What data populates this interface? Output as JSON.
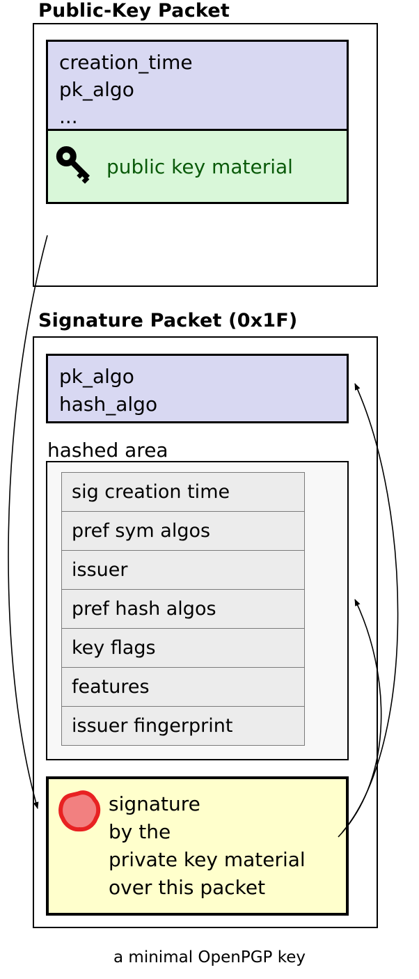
{
  "public_key_packet": {
    "title": "Public-Key Packet",
    "header_fields": [
      "creation_time",
      "pk_algo",
      "..."
    ],
    "key_material_label": "public key material"
  },
  "signature_packet": {
    "title": "Signature Packet (0x1F)",
    "header_fields": [
      "pk_algo",
      "hash_algo"
    ],
    "hashed_area": {
      "label": "hashed area",
      "rows": [
        "sig creation time",
        "pref sym algos",
        "issuer",
        "pref hash algos",
        "key flags",
        "features",
        "issuer fingerprint"
      ]
    },
    "signature_box": {
      "lines": [
        "signature",
        "by the",
        "private key material",
        "over this packet"
      ]
    }
  },
  "caption": "a minimal OpenPGP key",
  "icons": {
    "key": "key-icon",
    "seal": "wax-seal-icon"
  },
  "colors": {
    "header_fill": "#d8d8f2",
    "key_material_fill": "#d9f7d9",
    "key_material_text": "#0a5a0a",
    "signature_fill": "#ffffcc",
    "hashed_area_fill": "#f8f8f8",
    "row_fill": "#ececec",
    "seal_stroke": "#e82222",
    "seal_fill": "#f28080",
    "line": "#000000"
  }
}
